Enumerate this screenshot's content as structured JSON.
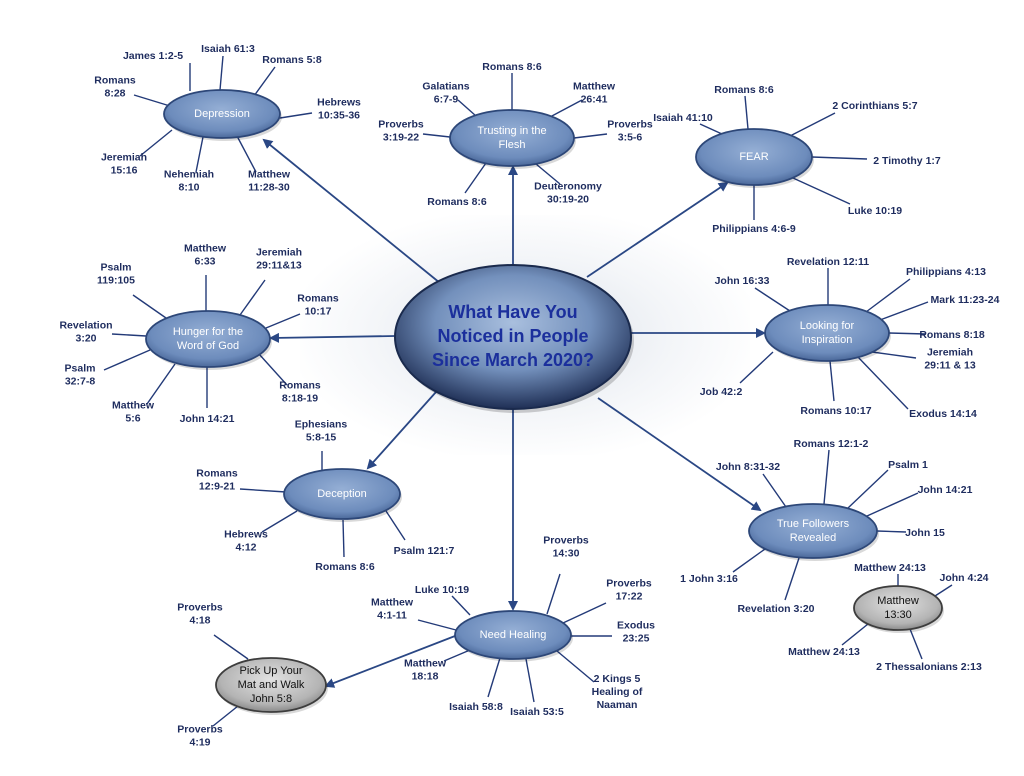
{
  "center": {
    "lines": [
      "What Have You",
      "Noticed in People",
      "Since March 2020?"
    ]
  },
  "topics": [
    {
      "id": "depression",
      "lines": [
        "Depression"
      ]
    },
    {
      "id": "trusting",
      "lines": [
        "Trusting in the",
        "Flesh"
      ]
    },
    {
      "id": "fear",
      "lines": [
        "FEAR"
      ]
    },
    {
      "id": "hunger",
      "lines": [
        "Hunger for the",
        "Word of God"
      ]
    },
    {
      "id": "inspiration",
      "lines": [
        "Looking for",
        "Inspiration"
      ]
    },
    {
      "id": "deception",
      "lines": [
        "Deception"
      ]
    },
    {
      "id": "followers",
      "lines": [
        "True Followers",
        "Revealed"
      ]
    },
    {
      "id": "healing",
      "lines": [
        "Need Healing"
      ]
    },
    {
      "id": "mat",
      "lines": [
        "Pick Up Your",
        "Mat and Walk",
        "John 5:8"
      ]
    },
    {
      "id": "matthew1330",
      "lines": [
        "Matthew",
        "13:30"
      ]
    }
  ],
  "references": [
    {
      "topic": "depression",
      "lines": [
        "James 1:2-5"
      ]
    },
    {
      "topic": "depression",
      "lines": [
        "Isaiah 61:3"
      ]
    },
    {
      "topic": "depression",
      "lines": [
        "Romans 5:8"
      ]
    },
    {
      "topic": "depression",
      "lines": [
        "Romans",
        "8:28"
      ]
    },
    {
      "topic": "depression",
      "lines": [
        "Hebrews",
        "10:35-36"
      ]
    },
    {
      "topic": "depression",
      "lines": [
        "Jeremiah",
        "15:16"
      ]
    },
    {
      "topic": "depression",
      "lines": [
        "Nehemiah",
        "8:10"
      ]
    },
    {
      "topic": "depression",
      "lines": [
        "Matthew",
        "11:28-30"
      ]
    },
    {
      "topic": "trusting",
      "lines": [
        "Romans 8:6"
      ]
    },
    {
      "topic": "trusting",
      "lines": [
        "Galatians",
        "6:7-9"
      ]
    },
    {
      "topic": "trusting",
      "lines": [
        "Matthew",
        "26:41"
      ]
    },
    {
      "topic": "trusting",
      "lines": [
        "Proverbs",
        "3:19-22"
      ]
    },
    {
      "topic": "trusting",
      "lines": [
        "Proverbs",
        "3:5-6"
      ]
    },
    {
      "topic": "trusting",
      "lines": [
        "Romans 8:6"
      ]
    },
    {
      "topic": "trusting",
      "lines": [
        "Deuteronomy",
        "30:19-20"
      ]
    },
    {
      "topic": "fear",
      "lines": [
        "Romans 8:6"
      ]
    },
    {
      "topic": "fear",
      "lines": [
        "Isaiah 41:10"
      ]
    },
    {
      "topic": "fear",
      "lines": [
        "2 Corinthians 5:7"
      ]
    },
    {
      "topic": "fear",
      "lines": [
        "2 Timothy 1:7"
      ]
    },
    {
      "topic": "fear",
      "lines": [
        "Luke 10:19"
      ]
    },
    {
      "topic": "fear",
      "lines": [
        "Philippians 4:6-9"
      ]
    },
    {
      "topic": "hunger",
      "lines": [
        "Matthew",
        "6:33"
      ]
    },
    {
      "topic": "hunger",
      "lines": [
        "Jeremiah",
        "29:11&13"
      ]
    },
    {
      "topic": "hunger",
      "lines": [
        "Psalm",
        "119:105"
      ]
    },
    {
      "topic": "hunger",
      "lines": [
        "Romans",
        "10:17"
      ]
    },
    {
      "topic": "hunger",
      "lines": [
        "Revelation",
        "3:20"
      ]
    },
    {
      "topic": "hunger",
      "lines": [
        "Psalm",
        "32:7-8"
      ]
    },
    {
      "topic": "hunger",
      "lines": [
        "Romans",
        "8:18-19"
      ]
    },
    {
      "topic": "hunger",
      "lines": [
        "Matthew",
        "5:6"
      ]
    },
    {
      "topic": "hunger",
      "lines": [
        "John 14:21"
      ]
    },
    {
      "topic": "inspiration",
      "lines": [
        "Revelation 12:11"
      ]
    },
    {
      "topic": "inspiration",
      "lines": [
        "John 16:33"
      ]
    },
    {
      "topic": "inspiration",
      "lines": [
        "Philippians 4:13"
      ]
    },
    {
      "topic": "inspiration",
      "lines": [
        "Mark 11:23-24"
      ]
    },
    {
      "topic": "inspiration",
      "lines": [
        "Romans 8:18"
      ]
    },
    {
      "topic": "inspiration",
      "lines": [
        "Jeremiah",
        "29:11 & 13"
      ]
    },
    {
      "topic": "inspiration",
      "lines": [
        "Job 42:2"
      ]
    },
    {
      "topic": "inspiration",
      "lines": [
        "Romans 10:17"
      ]
    },
    {
      "topic": "inspiration",
      "lines": [
        "Exodus 14:14"
      ]
    },
    {
      "topic": "deception",
      "lines": [
        "Ephesians",
        "5:8-15"
      ]
    },
    {
      "topic": "deception",
      "lines": [
        "Romans",
        "12:9-21"
      ]
    },
    {
      "topic": "deception",
      "lines": [
        "Hebrews",
        "4:12"
      ]
    },
    {
      "topic": "deception",
      "lines": [
        "Romans 8:6"
      ]
    },
    {
      "topic": "deception",
      "lines": [
        "Psalm 121:7"
      ]
    },
    {
      "topic": "followers",
      "lines": [
        "Romans 12:1-2"
      ]
    },
    {
      "topic": "followers",
      "lines": [
        "John 8:31-32"
      ]
    },
    {
      "topic": "followers",
      "lines": [
        "Psalm 1"
      ]
    },
    {
      "topic": "followers",
      "lines": [
        "John 14:21"
      ]
    },
    {
      "topic": "followers",
      "lines": [
        "John 15"
      ]
    },
    {
      "topic": "followers",
      "lines": [
        "1 John 3:16"
      ]
    },
    {
      "topic": "followers",
      "lines": [
        "Revelation 3:20"
      ]
    },
    {
      "topic": "matthew1330",
      "lines": [
        "Matthew 24:13"
      ]
    },
    {
      "topic": "matthew1330",
      "lines": [
        "John 4:24"
      ]
    },
    {
      "topic": "matthew1330",
      "lines": [
        "Matthew 24:13"
      ]
    },
    {
      "topic": "matthew1330",
      "lines": [
        "2 Thessalonians 2:13"
      ]
    },
    {
      "topic": "healing",
      "lines": [
        "Proverbs",
        "14:30"
      ]
    },
    {
      "topic": "healing",
      "lines": [
        "Luke 10:19"
      ]
    },
    {
      "topic": "healing",
      "lines": [
        "Proverbs",
        "17:22"
      ]
    },
    {
      "topic": "healing",
      "lines": [
        "Matthew",
        "4:1-11"
      ]
    },
    {
      "topic": "healing",
      "lines": [
        "Exodus",
        "23:25"
      ]
    },
    {
      "topic": "healing",
      "lines": [
        "Matthew",
        "18:18"
      ]
    },
    {
      "topic": "healing",
      "lines": [
        "Isaiah 58:8"
      ]
    },
    {
      "topic": "healing",
      "lines": [
        "Isaiah 53:5"
      ]
    },
    {
      "topic": "healing",
      "lines": [
        "2 Kings 5",
        "Healing of",
        "Naaman"
      ]
    },
    {
      "topic": "mat",
      "lines": [
        "Proverbs",
        "4:18"
      ]
    },
    {
      "topic": "mat",
      "lines": [
        "Proverbs",
        "4:19"
      ]
    }
  ]
}
